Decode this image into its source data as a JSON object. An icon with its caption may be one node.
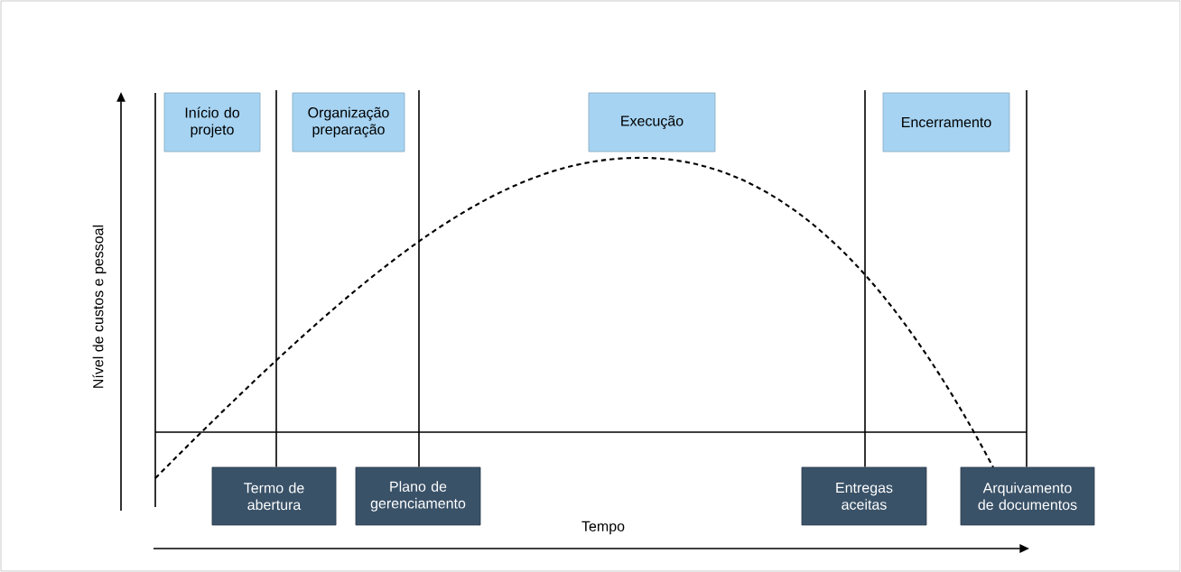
{
  "diagram": {
    "nodes": [
      {
        "text": [
          "Início do projeto"
        ]
      },
      {
        "text": [
          "Organização preparação"
        ]
      },
      {
        "text": [
          "Execução"
        ]
      },
      {
        "text": [
          "Encerramento"
        ]
      },
      {
        "text": [
          "Termo de abertura"
        ]
      },
      {
        "text": [
          "Plano de gerenciamento"
        ]
      },
      {
        "text": [
          "Entregas aceitas"
        ]
      },
      {
        "text": [
          "Arquivamento de documentos"
        ]
      }
    ],
    "edges": [
      {
        "from": null,
        "to": 4,
        "arrow": "none"
      },
      {
        "from": null,
        "to": 5,
        "arrow": "none"
      },
      {
        "from": null,
        "to": 6,
        "arrow": "none"
      },
      {
        "from": null,
        "to": 7,
        "arrow": "none"
      }
    ],
    "labels": [
      "Nível de custos e pessoal",
      "Tempo"
    ]
  }
}
